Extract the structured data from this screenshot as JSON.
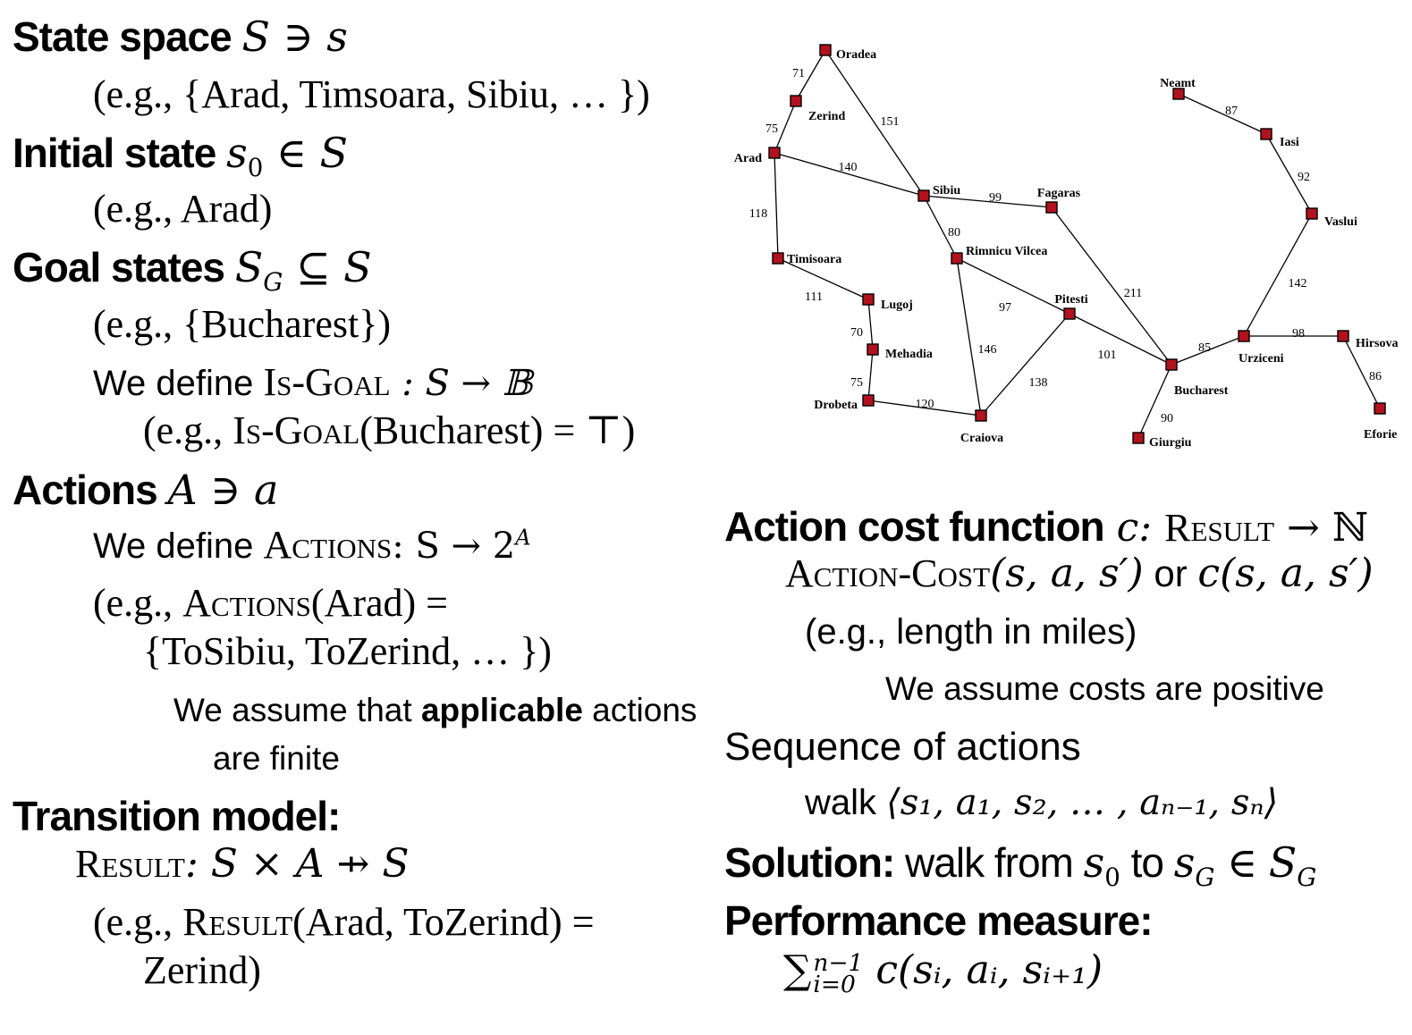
{
  "left": {
    "state_space": {
      "label": "State space",
      "math": "S ∋ s",
      "example": "(e.g., {Arad, Timsoara, Sibiu, … })"
    },
    "initial_state": {
      "label": "Initial state",
      "math_pre": "s",
      "math_sub": "0",
      "math_post": " ∈ S",
      "example": "(e.g., Arad)"
    },
    "goal_states": {
      "label": "Goal states",
      "math_pre": "S",
      "math_sub": "G",
      "math_post": " ⊆ S",
      "example": "(e.g., {Bucharest})",
      "define_text": "We define ",
      "define_fn": "Is-Goal",
      "define_sig": " : S → 𝔹",
      "example2_pre": "(e.g., ",
      "example2_fn": "Is-Goal",
      "example2_post": "(Bucharest) = ⊤)"
    },
    "actions": {
      "label": "Actions",
      "math": "A ∋ a",
      "define_text": "We define ",
      "define_fn": "Actions",
      "define_sig": ": S → 2",
      "define_sup": "A",
      "example_pre": "(e.g., ",
      "example_fn": "Actions",
      "example_post": "(Arad) =",
      "example_line2": "{ToSibiu, ToZerind, … })",
      "assume_pre": "We assume that ",
      "assume_bold": "applicable",
      "assume_post": " actions",
      "assume_line2": "are finite"
    },
    "transition": {
      "label": "Transition model:",
      "fn": "Result",
      "sig": ": S × A ⇸ S",
      "example_pre": "(e.g., ",
      "example_fn": "Result",
      "example_post": "(Arad, ToZerind) =",
      "example_line2": "Zerind)"
    }
  },
  "right": {
    "cost": {
      "label": "Action cost function",
      "math_pre": " c: ",
      "math_fn": "Result",
      "math_post": " →  ℕ",
      "line2_fn": "Action-Cost",
      "line2_math1": "(s, a, s′)",
      "line2_or": " or ",
      "line2_math2": "c(s, a, s′)",
      "example": "(e.g., length in miles)",
      "assume": "We assume costs are positive"
    },
    "sequence": {
      "label": "Sequence of actions",
      "walk": "walk ",
      "walk_math": "⟨s₁, a₁, s₂, … , aₙ₋₁, sₙ⟩"
    },
    "solution": {
      "label": "Solution:",
      "text1": " walk from ",
      "s0_base": "s",
      "s0_sub": "0",
      "text2": " to ",
      "sg_base": "s",
      "sg_sub": "G",
      "in": " ∈ ",
      "SG_base": "S",
      "SG_sub": "G"
    },
    "performance": {
      "label": "Performance measure:",
      "sum": "∑",
      "sum_sup": "n−1",
      "sum_sub": "i=0",
      "formula": " c(sᵢ, aᵢ, sᵢ₊₁)"
    }
  },
  "map": {
    "colors": {
      "node": "#b2121e",
      "edge": "#000000"
    },
    "cities": [
      "Oradea",
      "Zerind",
      "Arad",
      "Timisoara",
      "Lugoj",
      "Mehadia",
      "Drobeta",
      "Craiova",
      "Sibiu",
      "Rimnicu Vilcea",
      "Pitesti",
      "Fagaras",
      "Bucharest",
      "Giurgiu",
      "Urziceni",
      "Hirsova",
      "Eforie",
      "Vaslui",
      "Iasi",
      "Neamt"
    ],
    "roads": [
      {
        "from": "Oradea",
        "to": "Zerind",
        "distance": "71"
      },
      {
        "from": "Zerind",
        "to": "Arad",
        "distance": "75"
      },
      {
        "from": "Oradea",
        "to": "Sibiu",
        "distance": "151"
      },
      {
        "from": "Arad",
        "to": "Sibiu",
        "distance": "140"
      },
      {
        "from": "Arad",
        "to": "Timisoara",
        "distance": "118"
      },
      {
        "from": "Timisoara",
        "to": "Lugoj",
        "distance": "111"
      },
      {
        "from": "Lugoj",
        "to": "Mehadia",
        "distance": "70"
      },
      {
        "from": "Mehadia",
        "to": "Drobeta",
        "distance": "75"
      },
      {
        "from": "Drobeta",
        "to": "Craiova",
        "distance": "120"
      },
      {
        "from": "Sibiu",
        "to": "Fagaras",
        "distance": "99"
      },
      {
        "from": "Sibiu",
        "to": "Rimnicu Vilcea",
        "distance": "80"
      },
      {
        "from": "Rimnicu Vilcea",
        "to": "Pitesti",
        "distance": "97"
      },
      {
        "from": "Rimnicu Vilcea",
        "to": "Craiova",
        "distance": "146"
      },
      {
        "from": "Craiova",
        "to": "Pitesti",
        "distance": "138"
      },
      {
        "from": "Pitesti",
        "to": "Bucharest",
        "distance": "101"
      },
      {
        "from": "Fagaras",
        "to": "Bucharest",
        "distance": "211"
      },
      {
        "from": "Bucharest",
        "to": "Giurgiu",
        "distance": "90"
      },
      {
        "from": "Bucharest",
        "to": "Urziceni",
        "distance": "85"
      },
      {
        "from": "Urziceni",
        "to": "Hirsova",
        "distance": "98"
      },
      {
        "from": "Hirsova",
        "to": "Eforie",
        "distance": "86"
      },
      {
        "from": "Urziceni",
        "to": "Vaslui",
        "distance": "142"
      },
      {
        "from": "Vaslui",
        "to": "Iasi",
        "distance": "92"
      },
      {
        "from": "Iasi",
        "to": "Neamt",
        "distance": "87"
      }
    ]
  }
}
